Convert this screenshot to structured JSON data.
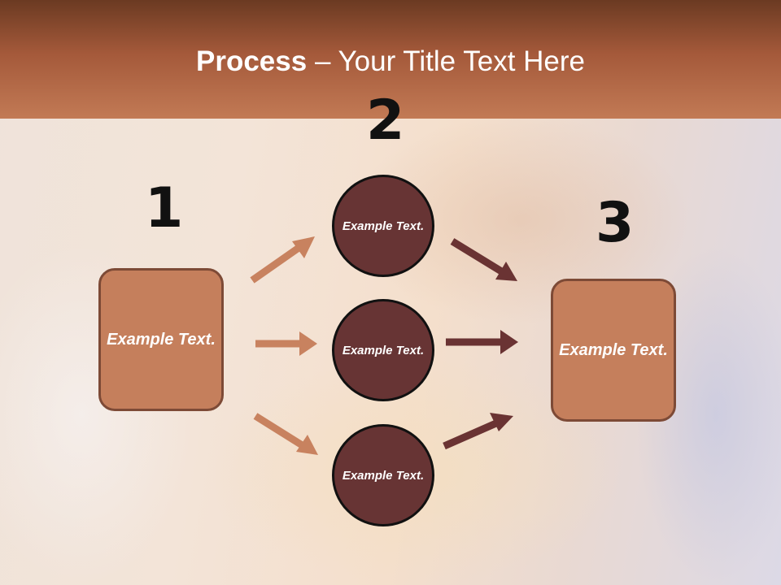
{
  "header": {
    "title_bold": "Process",
    "title_rest": " – Your Title Text Here"
  },
  "steps": [
    {
      "number": "1",
      "label": "Example Text."
    },
    {
      "number": "2",
      "label": ""
    },
    {
      "number": "3",
      "label": "Example Text."
    }
  ],
  "middle_nodes": [
    {
      "label": "Example Text."
    },
    {
      "label": "Example Text."
    },
    {
      "label": "Example Text."
    }
  ],
  "colors": {
    "header_dark": "#6b3a22",
    "header_light": "#c27a55",
    "box_fill": "#c57f5c",
    "box_border": "#7d4a36",
    "circle_fill": "#673434",
    "arrow_left": "#c8825f",
    "arrow_right": "#6a3333"
  }
}
